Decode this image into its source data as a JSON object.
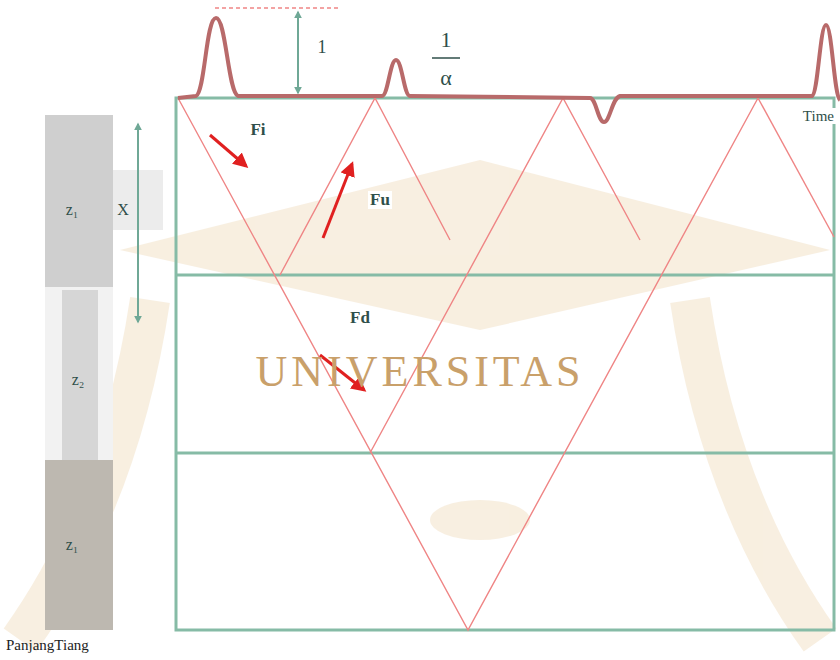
{
  "diagram": {
    "labels": [
      "1",
      "1",
      "α",
      "Time",
      "Fi",
      "X",
      "z₁",
      "Fu",
      "UNIVERSITAS",
      "Fd",
      "z₂",
      "z₁",
      "PanjangTiang"
    ]
  }
}
